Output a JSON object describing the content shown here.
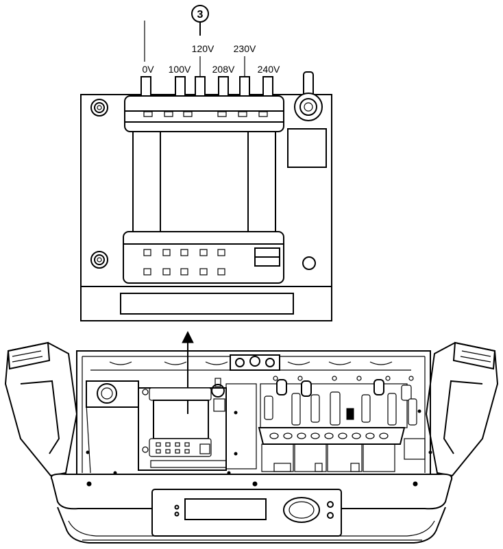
{
  "callout_number": "3",
  "tap_labels": [
    "0V",
    "100V",
    "120V",
    "208V",
    "230V",
    "240V"
  ]
}
